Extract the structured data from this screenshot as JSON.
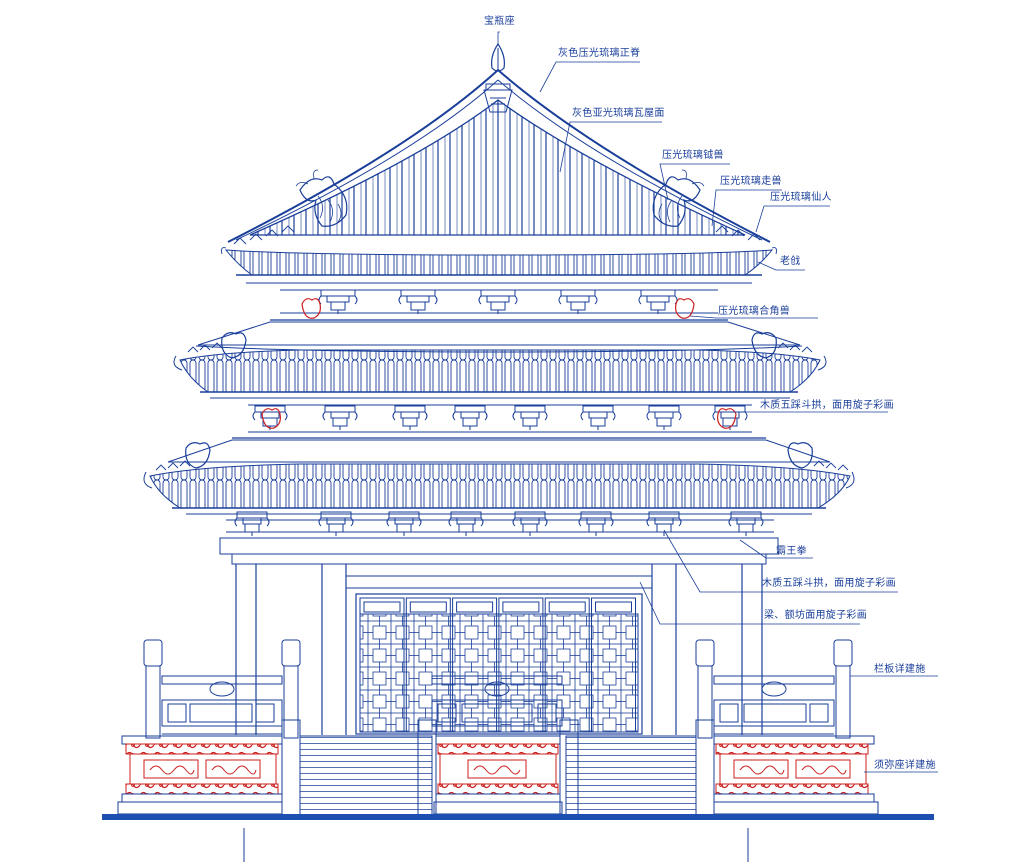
{
  "drawing": {
    "subject": "",
    "colors": {
      "line": "#1a3f9a",
      "accent": "#cc1f1f",
      "ground": "#1d4fb0",
      "paper": "#ffffff"
    }
  },
  "labels": [
    {
      "id": "finial",
      "text": "宝瓶座"
    },
    {
      "id": "main-ridge",
      "text": "灰色压光琉璃正脊"
    },
    {
      "id": "roof-tiles",
      "text": "灰色亚光琉璃瓦屋面"
    },
    {
      "id": "ridge-beast",
      "text": "压光琉璃钺兽"
    },
    {
      "id": "walking-beast",
      "text": "压光琉璃走兽"
    },
    {
      "id": "immortal",
      "text": "压光琉璃仙人"
    },
    {
      "id": "old-corner",
      "text": "老戗"
    },
    {
      "id": "corner-beast",
      "text": "压光琉璃合角兽"
    },
    {
      "id": "bracket-upper",
      "text": "木质五踩斗拱，面用旋子彩画"
    },
    {
      "id": "bawang",
      "text": "霸王拳"
    },
    {
      "id": "bracket-lower",
      "text": "木质五踩斗拱，面用旋子彩画"
    },
    {
      "id": "beam",
      "text": "梁、额坊面用旋子彩画"
    },
    {
      "id": "railing",
      "text": "栏板详建施"
    },
    {
      "id": "base",
      "text": "须弥座详建施"
    }
  ]
}
